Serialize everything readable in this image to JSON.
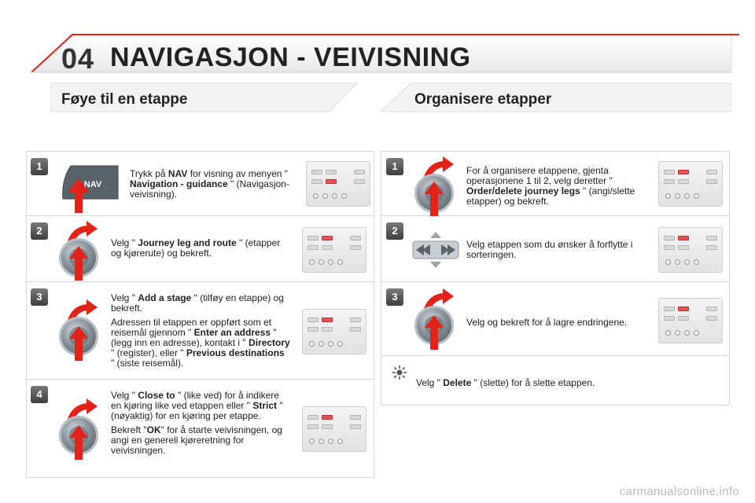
{
  "header": {
    "chapter": "04",
    "title": "NAVIGASJON - VEIVISNING"
  },
  "left": {
    "section_title": "Føye til en etappe",
    "steps": [
      {
        "num": "1",
        "t1": "Trykk på ",
        "b1": "NAV",
        "t2": " for visning av menyen \" ",
        "b2": "Navigation - guidance",
        "t3": " \" (Navigasjon-veivisning)."
      },
      {
        "num": "2",
        "t1": "Velg \" ",
        "b1": "Journey leg and route",
        "t2": " \" (etapper og kjørerute) og bekreft."
      },
      {
        "num": "3",
        "p1_t1": "Velg \" ",
        "p1_b1": "Add a stage",
        "p1_t2": " \" (tilføy en etappe) og bekreft.",
        "p2_t1": "Adressen til etappen er oppført som et reisemål gjennom \" ",
        "p2_b1": "Enter an address",
        "p2_t2": " \" (legg inn en adresse), kontakt i \" ",
        "p2_b2": "Directory",
        "p2_t3": " \" (register), eller \" ",
        "p2_b3": "Previous destinations",
        "p2_t4": " \" (siste reisemål)."
      },
      {
        "num": "4",
        "p1_t1": "Velg \" ",
        "p1_b1": "Close to",
        "p1_t2": " \" (like ved) for å indikere en kjøring like ved etappen eller \" ",
        "p1_b2": "Strict",
        "p1_t3": " \" (nøyaktig) for en kjøring per etappe.",
        "p2_t1": "Bekreft \"",
        "p2_b1": "OK",
        "p2_t2": "\" for å starte veivisningen, og angi en generell kjøreretning for veivisningen."
      }
    ],
    "nav_key_label": "NAV"
  },
  "right": {
    "section_title": "Organisere etapper",
    "steps": [
      {
        "num": "1",
        "t1": "For å organisere etappene, gjenta operasjonene 1 til 2, velg deretter \" ",
        "b1": "Order/delete journey legs",
        "t2": " \" (angi/slette etapper) og bekreft."
      },
      {
        "num": "2",
        "t1": "Velg etappen som du ønsker å forflytte i sorteringen."
      },
      {
        "num": "3",
        "t1": "Velg og bekreft for å lagre endringene."
      }
    ],
    "tip": {
      "t1": "Velg \" ",
      "b1": "Delete",
      "t2": " \" (slette) for å slette etappen."
    }
  },
  "footer": "carmanualsonline.info",
  "colors": {
    "accent_red": "#e2231a",
    "badge_grey": "#555555",
    "panel_border": "#d8d8d8"
  }
}
